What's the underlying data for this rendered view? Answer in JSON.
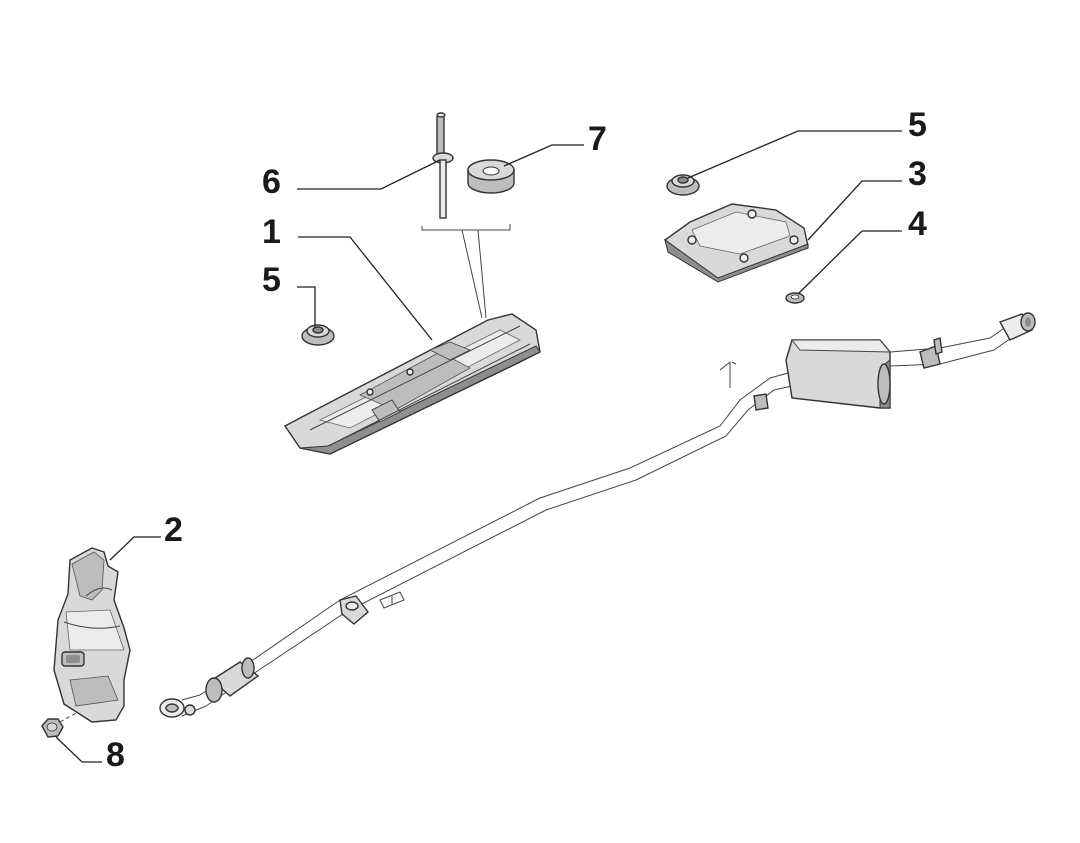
{
  "callouts": {
    "c1": "1",
    "c2": "2",
    "c3": "3",
    "c4": "4",
    "c5a": "5",
    "c5b": "5",
    "c6": "6",
    "c7": "7",
    "c8": "8"
  }
}
